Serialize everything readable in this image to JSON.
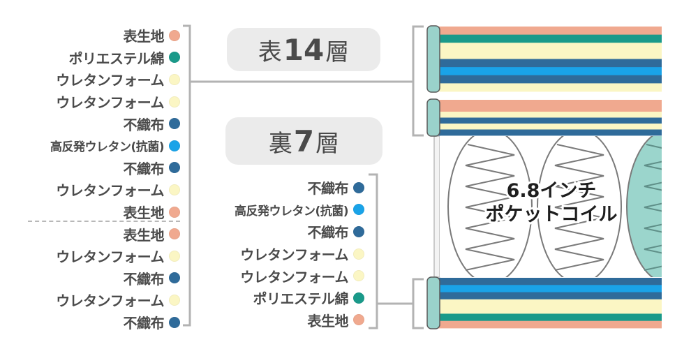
{
  "colors": {
    "表生地": "#f0a98f",
    "ポリエステル綿": "#1a9a8a",
    "ウレタンフォーム": "#fbf6c4",
    "不織布": "#2f6b9a",
    "高反発ウレタン(抗菌)": "#1aa3e8"
  },
  "top_group": {
    "badge_prefix": "表",
    "badge_number": "14",
    "badge_suffix": "層",
    "layers": [
      {
        "label": "表生地"
      },
      {
        "label": "ポリエステル綿"
      },
      {
        "label": "ウレタンフォーム"
      },
      {
        "label": "ウレタンフォーム"
      },
      {
        "label": "不織布"
      },
      {
        "label": "高反発ウレタン(抗菌)"
      },
      {
        "label": "不織布"
      },
      {
        "label": "ウレタンフォーム"
      },
      {
        "label": "表生地"
      },
      {
        "label": "表生地"
      },
      {
        "label": "ウレタンフォーム"
      },
      {
        "label": "不織布"
      },
      {
        "label": "ウレタンフォーム"
      },
      {
        "label": "不織布"
      }
    ]
  },
  "bottom_group": {
    "badge_prefix": "裏",
    "badge_number": "7",
    "badge_suffix": "層",
    "layers": [
      {
        "label": "不織布"
      },
      {
        "label": "高反発ウレタン(抗菌)"
      },
      {
        "label": "不織布"
      },
      {
        "label": "ウレタンフォーム"
      },
      {
        "label": "ウレタンフォーム"
      },
      {
        "label": "ポリエステル綿"
      },
      {
        "label": "表生地"
      }
    ]
  },
  "coil": {
    "line1": "6.8インチ",
    "line2": "ポケットコイル"
  }
}
